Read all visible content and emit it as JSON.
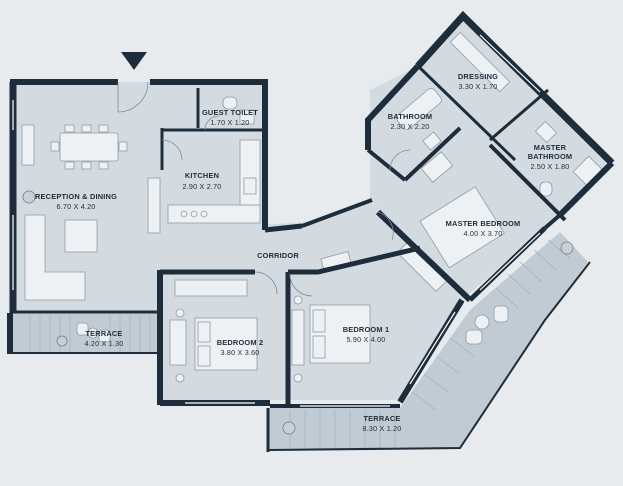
{
  "colors": {
    "background": "#e8ebee",
    "floor": "#d3dbe1",
    "wall": "#1d2d3b",
    "terrace": "#c1cbd3",
    "furniture": "#eef1f3",
    "line": "#8f9ca7"
  },
  "rooms": [
    {
      "id": "reception",
      "name": "RECEPTION & DINING",
      "size": "6.70 X 4.20"
    },
    {
      "id": "guest-toilet",
      "name": "GUEST TOILET",
      "size": "1.70 X 1.20"
    },
    {
      "id": "kitchen",
      "name": "KITCHEN",
      "size": "2.90 X 2.70"
    },
    {
      "id": "corridor",
      "name": "CORRIDOR",
      "size": ""
    },
    {
      "id": "terrace-left",
      "name": "TERRACE",
      "size": "4.20 X 1.30"
    },
    {
      "id": "bedroom-2",
      "name": "BEDROOM 2",
      "size": "3.80 X 3.60"
    },
    {
      "id": "bedroom-1",
      "name": "BEDROOM 1",
      "size": "5.90 X 4.00"
    },
    {
      "id": "terrace-right",
      "name": "TERRACE",
      "size": "8.30 X 1.20"
    },
    {
      "id": "bathroom",
      "name": "BATHROOM",
      "size": "2.30 X 2.20"
    },
    {
      "id": "dressing",
      "name": "DRESSING",
      "size": "3.30 X 1.70"
    },
    {
      "id": "master-bathroom",
      "name": "MASTER BATHROOM",
      "size": "2.50 X 1.80"
    },
    {
      "id": "master-bedroom",
      "name": "MASTER BEDROOM",
      "size": "4.00 X 3.70"
    }
  ],
  "entrance_marker": "entrance-arrow-icon"
}
